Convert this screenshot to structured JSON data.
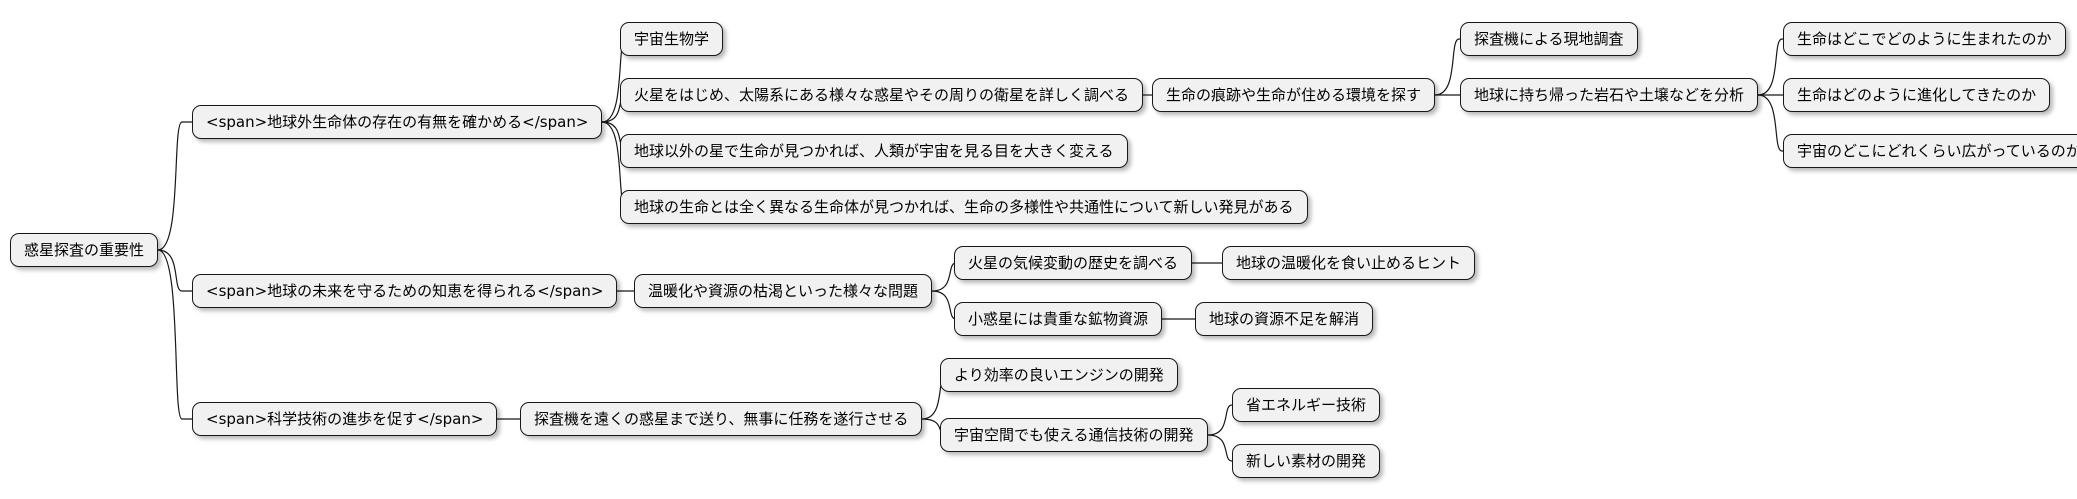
{
  "diagram": {
    "type": "mindmap",
    "root": "惑星探査の重要性",
    "branches": [
      {
        "label": "<span>地球外生命体の存在の有無を確かめる</span>",
        "children": [
          {
            "label": "宇宙生物学"
          },
          {
            "label": "火星をはじめ、太陽系にある様々な惑星やその周りの衛星を詳しく調べる"
          },
          {
            "label": "生命の痕跡や生命が住める環境を探す"
          },
          {
            "label": "探査機による現地調査"
          },
          {
            "label": "地球に持ち帰った岩石や土壌などを分析"
          },
          {
            "label": "生命はどこでどのように生まれたのか"
          },
          {
            "label": "生命はどのように進化してきたのか"
          },
          {
            "label": "宇宙のどこにどれくらい広がっているのか"
          },
          {
            "label": "地球以外の星で生命が見つかれば、人類が宇宙を見る目を大きく変える"
          },
          {
            "label": "地球の生命とは全く異なる生命体が見つかれば、生命の多様性や共通性について新しい発見がある"
          }
        ]
      },
      {
        "label": "<span>地球の未来を守るための知恵を得られる</span>",
        "children": [
          {
            "label": "温暖化や資源の枯渇といった様々な問題"
          },
          {
            "label": "火星の気候変動の歴史を調べる"
          },
          {
            "label": "地球の温暖化を食い止めるヒント"
          },
          {
            "label": "小惑星には貴重な鉱物資源"
          },
          {
            "label": "地球の資源不足を解消"
          }
        ]
      },
      {
        "label": "<span>科学技術の進歩を促す</span>",
        "children": [
          {
            "label": "探査機を遠くの惑星まで送り、無事に任務を遂行させる"
          },
          {
            "label": "より効率の良いエンジンの開発"
          },
          {
            "label": "宇宙空間でも使える通信技術の開発"
          },
          {
            "label": "省エネルギー技術"
          },
          {
            "label": "新しい素材の開発"
          }
        ]
      }
    ]
  }
}
